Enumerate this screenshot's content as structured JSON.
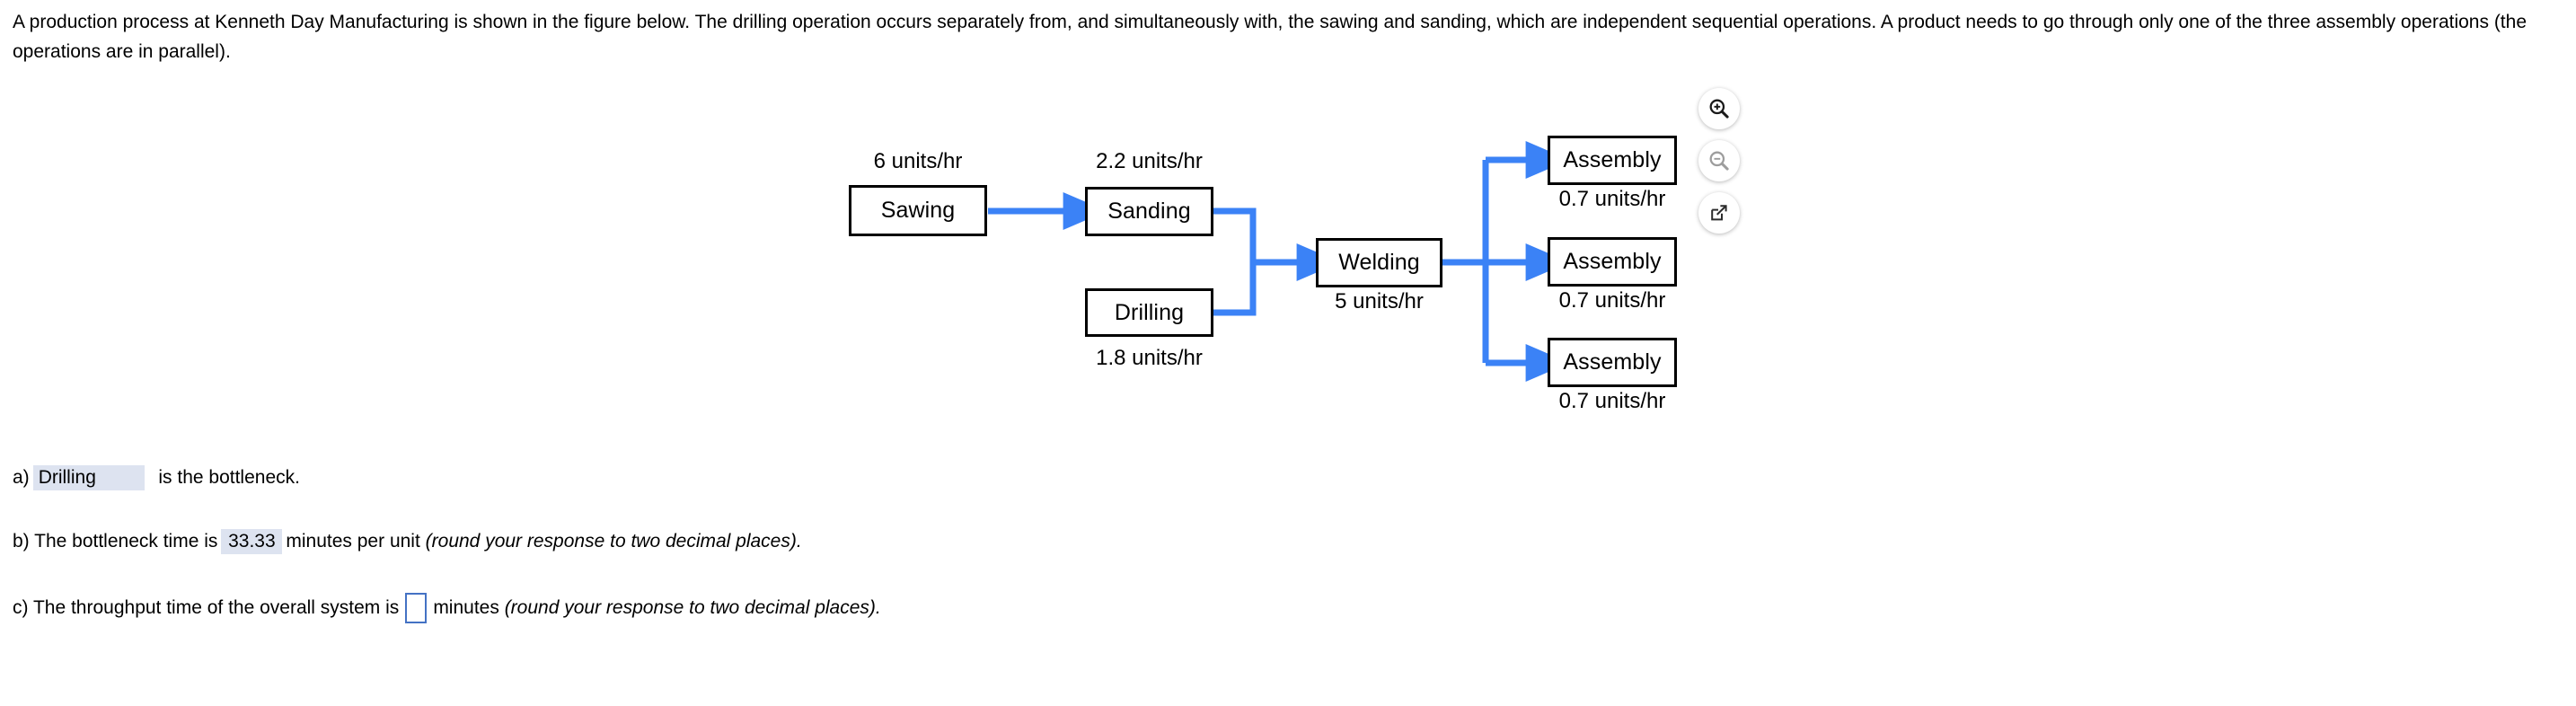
{
  "problem": {
    "statement": "A production process at Kenneth Day Manufacturing is shown in the figure below. The drilling operation occurs separately from, and simultaneously with, the sawing and sanding, which are independent sequential operations. A product needs to go through only one of the three assembly operations (the operations are in parallel)."
  },
  "figure": {
    "units_suffix": "units/hr",
    "boxes": [
      {
        "id": "sawing",
        "label": "Sawing",
        "rate": "6 units/hr",
        "rate_position": "above"
      },
      {
        "id": "sanding",
        "label": "Sanding",
        "rate": "2.2 units/hr",
        "rate_position": "above"
      },
      {
        "id": "drilling",
        "label": "Drilling",
        "rate": "1.8 units/hr",
        "rate_position": "below"
      },
      {
        "id": "welding",
        "label": "Welding",
        "rate": "5 units/hr",
        "rate_position": "below"
      },
      {
        "id": "assembly-1",
        "label": "Assembly",
        "rate": "0.7 units/hr",
        "rate_position": "below"
      },
      {
        "id": "assembly-2",
        "label": "Assembly",
        "rate": "0.7 units/hr",
        "rate_position": "below"
      },
      {
        "id": "assembly-3",
        "label": "Assembly",
        "rate": "0.7 units/hr",
        "rate_position": "below"
      }
    ],
    "flow_color": "#3b82f6",
    "box_border_color": "#000000",
    "connections": [
      {
        "from": "sawing",
        "to": "sanding"
      },
      {
        "from": "sanding",
        "to": "welding"
      },
      {
        "from": "drilling",
        "to": "welding"
      },
      {
        "from": "welding",
        "to": "assembly-1"
      },
      {
        "from": "welding",
        "to": "assembly-2"
      },
      {
        "from": "welding",
        "to": "assembly-3"
      }
    ],
    "toolbar": {
      "zoom_in_label": "zoom-in",
      "zoom_out_label": "zoom-out",
      "open_new_label": "open-in-new-window"
    }
  },
  "answers": {
    "a": {
      "prefix": "a)",
      "value": "Drilling",
      "suffix": "is the bottleneck."
    },
    "b": {
      "prefix": "b) The bottleneck time is",
      "value": "33.33",
      "mid": "minutes per unit",
      "hint": "(round your response to two decimal places)."
    },
    "c": {
      "prefix": "c) The throughput time of the overall system is",
      "value": "",
      "mid": "minutes",
      "hint": "(round your response to two decimal places)."
    }
  }
}
